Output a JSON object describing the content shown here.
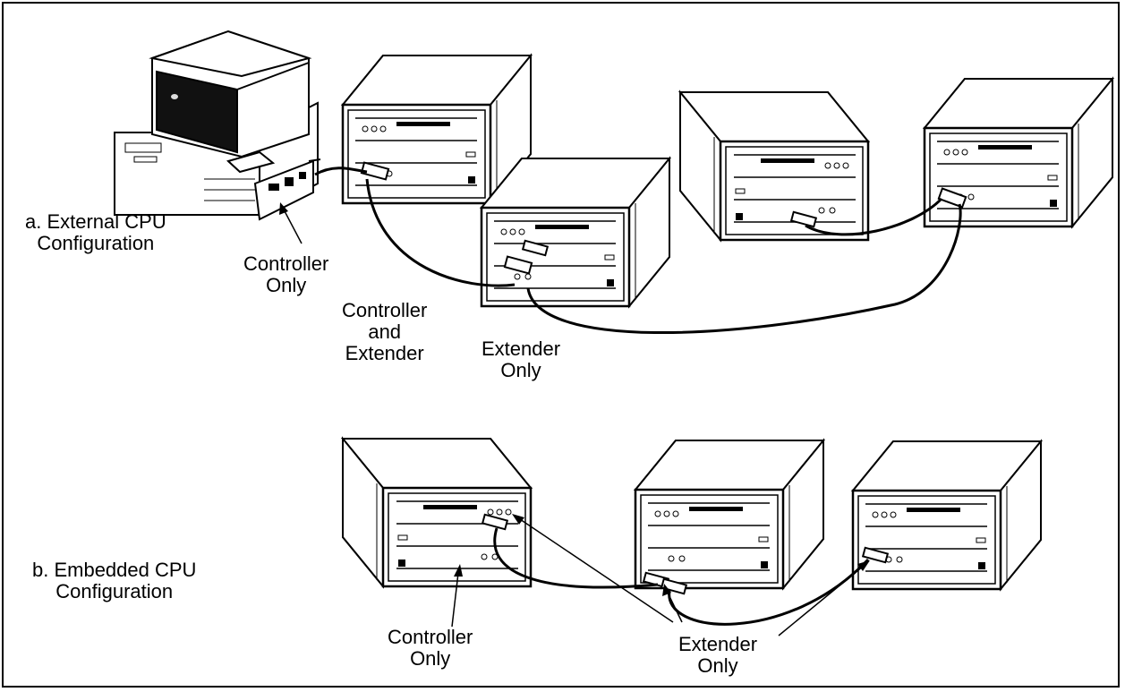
{
  "section_a": {
    "label_line1": "a. External CPU",
    "label_line2": "Configuration"
  },
  "section_b": {
    "label_line1": "b. Embedded CPU",
    "label_line2": "Configuration"
  },
  "callouts": {
    "a_controller_only": [
      "Controller",
      "Only"
    ],
    "a_controller_and_extender": [
      "Controller",
      "and",
      "Extender"
    ],
    "a_extender_only": [
      "Extender",
      "Only"
    ],
    "b_controller_only": [
      "Controller",
      "Only"
    ],
    "b_extender_only": [
      "Extender",
      "Only"
    ]
  }
}
